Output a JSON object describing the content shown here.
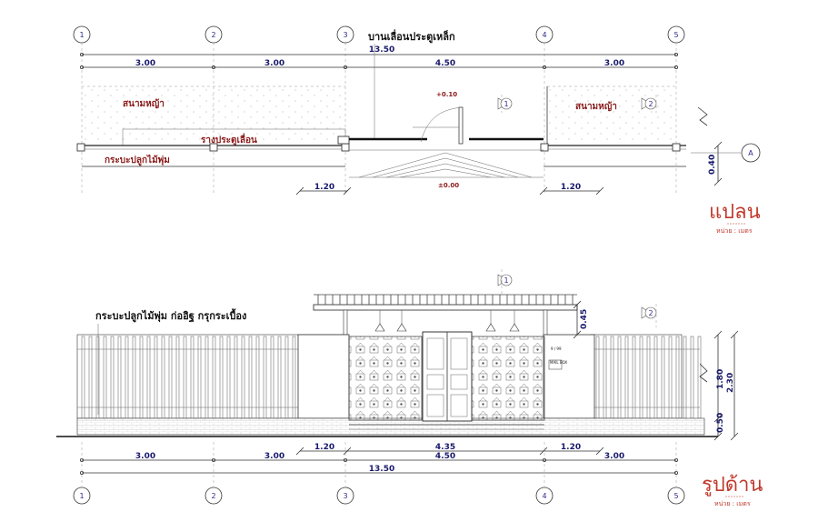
{
  "grid_labels": [
    "1",
    "2",
    "3",
    "4",
    "5"
  ],
  "plan": {
    "title": "แปลน",
    "unit": "หน่วย : เมตร",
    "gate_label": "บานเลื่อนประตูเหล็ก",
    "lawn_left": "สนามหญ้า",
    "lawn_right": "สนามหญ้า",
    "rail_label": "รางประตูเลื่อน",
    "planter_label": "กระบะปลูกไม้พุ่ม",
    "level_top": "+0.10",
    "level_zero": "±0.00",
    "dim_total": "13.50",
    "dims_top": [
      "3.00",
      "3.00",
      "4.50",
      "3.00"
    ],
    "dims_bottom": [
      "1.20",
      "1.20"
    ],
    "dim_side": "0.40",
    "section_mark_a": "A",
    "section_mark_1": "1",
    "section_mark_2": "2"
  },
  "elevation": {
    "title": "รูปด้าน",
    "unit": "หน่วย : เมตร",
    "note_label": "กระบะปลูกไม้พุ่ม  ก่ออิฐ  กรุกระเบื้อง",
    "house_no": "9 / 99",
    "mail_label": "MAIL BOX",
    "dims_bottom_row1": [
      "1.20",
      "4.35",
      "1.20"
    ],
    "dims_bottom_row2": [
      "3.00",
      "3.00",
      "4.50",
      "3.00"
    ],
    "dim_total": "13.50",
    "dims_right": [
      "0.45",
      "1.80",
      "2.30",
      "0.50"
    ],
    "section_mark_1": "1",
    "section_mark_2": "2"
  }
}
